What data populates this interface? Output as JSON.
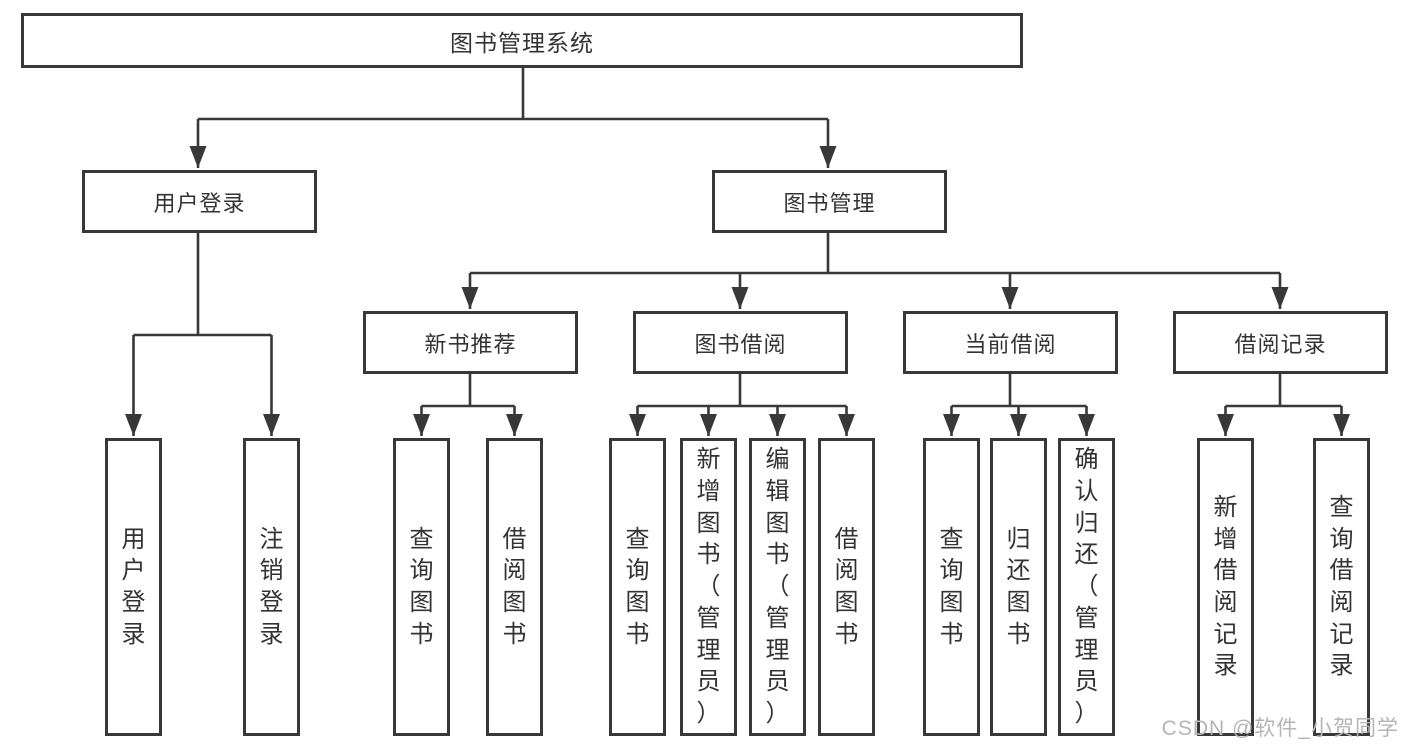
{
  "nodes": {
    "root": "图书管理系统",
    "userLogin": "用户登录",
    "bookMgmt": "图书管理",
    "newBookRec": "新书推荐",
    "bookBorrow": "图书借阅",
    "currentBorrow": "当前借阅",
    "borrowRecord": "借阅记录",
    "leafUserLogin": "用户登录",
    "leafLogoutLogin": "注销登录",
    "leafQueryBookA": "查询图书",
    "leafBorrowBookA": "借阅图书",
    "leafQueryBookB": "查询图书",
    "leafAddBookAdmin": "新增图书（管理员）",
    "leafEditBookAdmin": "编辑图书（管理员）",
    "leafBorrowBookB": "借阅图书",
    "leafQueryBookC": "查询图书",
    "leafReturnBook": "归还图书",
    "leafConfirmReturnAdmin": "确认归还（管理员）",
    "leafAddBorrowRecord": "新增借阅记录",
    "leafQueryBorrowRecord": "查询借阅记录"
  },
  "edges": [
    [
      "root",
      "userLogin"
    ],
    [
      "root",
      "bookMgmt"
    ],
    [
      "userLogin",
      "leafUserLogin"
    ],
    [
      "userLogin",
      "leafLogoutLogin"
    ],
    [
      "bookMgmt",
      "newBookRec"
    ],
    [
      "bookMgmt",
      "bookBorrow"
    ],
    [
      "bookMgmt",
      "currentBorrow"
    ],
    [
      "bookMgmt",
      "borrowRecord"
    ],
    [
      "newBookRec",
      "leafQueryBookA"
    ],
    [
      "newBookRec",
      "leafBorrowBookA"
    ],
    [
      "bookBorrow",
      "leafQueryBookB"
    ],
    [
      "bookBorrow",
      "leafAddBookAdmin"
    ],
    [
      "bookBorrow",
      "leafEditBookAdmin"
    ],
    [
      "bookBorrow",
      "leafBorrowBookB"
    ],
    [
      "currentBorrow",
      "leafQueryBookC"
    ],
    [
      "currentBorrow",
      "leafReturnBook"
    ],
    [
      "currentBorrow",
      "leafConfirmReturnAdmin"
    ],
    [
      "borrowRecord",
      "leafAddBorrowRecord"
    ],
    [
      "borrowRecord",
      "leafQueryBorrowRecord"
    ]
  ],
  "watermark": "CSDN @软件_小贺同学",
  "colors": {
    "line": "#383838",
    "text": "#333333",
    "watermark": "#b5b5b5",
    "background": "#ffffff"
  }
}
